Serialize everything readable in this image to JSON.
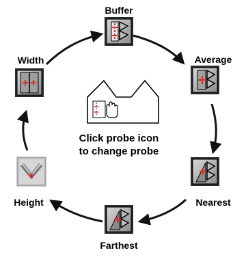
{
  "probes": {
    "buffer": {
      "label": "Buffer"
    },
    "average": {
      "label": "Average"
    },
    "nearest": {
      "label": "Nearest"
    },
    "farthest": {
      "label": "Farthest"
    },
    "height": {
      "label": "Height"
    },
    "width": {
      "label": "Width"
    }
  },
  "center": {
    "caption_line1": "Click probe icon",
    "caption_line2": "to change probe"
  },
  "colors": {
    "icon_face": "#9a9a9a",
    "icon_face_light": "#c8c8c8",
    "icon_frame": "#1a1a1a",
    "probe_mark": "#d93030",
    "arrow": "#111111"
  }
}
